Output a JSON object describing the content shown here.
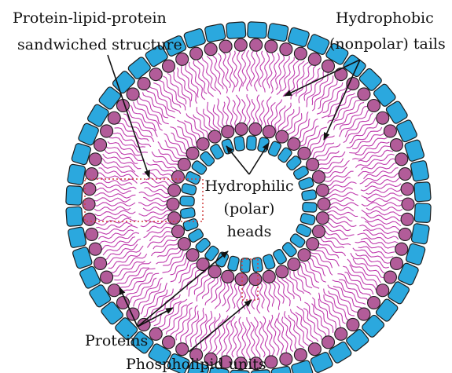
{
  "labels": {
    "sandwich_line1": "Protein-lipid-protein",
    "sandwich_line2": "sandwiched structure",
    "hydrophobic_line1": "Hydrophobic",
    "hydrophobic_line2": "(nonpolar) tails",
    "hydrophilic_line1": "Hydrophilic",
    "hydrophilic_line2": "(polar)",
    "hydrophilic_line3": "heads",
    "proteins": "Proteins",
    "phospholipid_units": "Phospholipid units"
  },
  "colors": {
    "protein": "#2ba8de",
    "protein_stroke": "#1d1d1d",
    "phospholipid_head": "#b25c99",
    "tail": "#c03cae",
    "dotted_box": "#d04040",
    "text": "#111111"
  },
  "icons": {
    "protein": "rounded-square",
    "phospholipid_head": "circle",
    "tail": "wavy-line"
  }
}
